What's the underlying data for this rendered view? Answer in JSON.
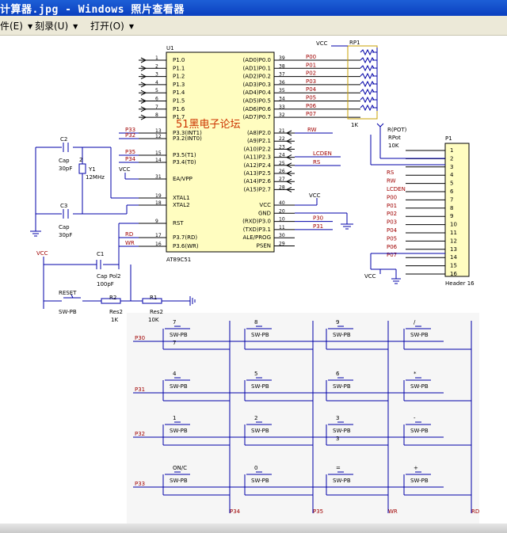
{
  "window": {
    "title": "计算器.jpg - Windows 照片查看器"
  },
  "menu": [
    {
      "label": "件(E)",
      "has_arrow": true
    },
    {
      "label": "刻录(U)",
      "has_arrow": true
    },
    {
      "label": "打开(O)",
      "has_arrow": true
    }
  ],
  "watermark": "51黑电子论坛",
  "schematic": {
    "vcc": "VCC",
    "rp1": {
      "ref": "RP1",
      "value": "1K"
    },
    "u1": {
      "ref": "U1",
      "part": "AT89C51"
    },
    "port_nets": [
      "P00",
      "P01",
      "P02",
      "P03",
      "P04",
      "P05",
      "P06",
      "P07"
    ],
    "port_labels": [
      "(AD0)P0.0",
      "(AD1)P0.1",
      "(AD2)P0.2",
      "(AD3)P0.3",
      "(AD4)P0.4",
      "(AD5)P0.5",
      "(AD6)P0.6",
      "(AD7)P0.7"
    ],
    "port_pins": [
      "39",
      "38",
      "37",
      "36",
      "35",
      "34",
      "33",
      "32"
    ],
    "p1_labels": [
      "P1.0",
      "P1.1",
      "P1.2",
      "P1.3",
      "P1.4",
      "P1.5",
      "P1.6",
      "P1.7"
    ],
    "p2_labels": [
      "(A8)P2.0",
      "(A9)P2.1",
      "(A10)P2.2",
      "(A11)P2.3",
      "(A12)P2.4",
      "(A13)P2.5",
      "(A14)P2.6",
      "(A15)P2.7"
    ],
    "p2_pins": [
      "21",
      "22",
      "23",
      "24",
      "25",
      "26",
      "27",
      "28"
    ],
    "left_pins": [
      {
        "net": "P33",
        "pin": "13",
        "label": "P3.3(INT1)"
      },
      {
        "net": "P32",
        "pin": "12",
        "label": "P3.2(INT0)"
      },
      {
        "net": "P35",
        "pin": "15",
        "label": "P3.5(T1)"
      },
      {
        "net": "P34",
        "pin": "14",
        "label": "P3.4(T0)"
      },
      {
        "net": "",
        "pin": "31",
        "label": "EA/VPP"
      },
      {
        "net": "",
        "pin": "19",
        "label": "XTAL1"
      },
      {
        "net": "",
        "pin": "18",
        "label": "XTAL2"
      },
      {
        "net": "",
        "pin": "9",
        "label": "RST"
      },
      {
        "net": "RD",
        "pin": "17",
        "label": "P3.7(RD)"
      },
      {
        "net": "WR",
        "pin": "16",
        "label": "P3.6(WR)"
      }
    ],
    "right_lower": [
      {
        "label": "VCC",
        "pin": "40",
        "net": ""
      },
      {
        "label": "GND",
        "pin": "20",
        "net": ""
      },
      {
        "label": "(RXD)P3.0",
        "pin": "10",
        "net": "P30"
      },
      {
        "label": "(TXD)P3.1",
        "pin": "11",
        "net": "P31"
      },
      {
        "label": "ALE/PROG",
        "pin": "30",
        "net": ""
      },
      {
        "label": "PSEN",
        "pin": "29",
        "net": ""
      }
    ],
    "p2_nets": [
      "RW",
      "",
      "",
      "LCDEN",
      "RS"
    ],
    "crystal": {
      "c2": "C2",
      "c3": "C3",
      "cap": "Cap",
      "cval": "30pF",
      "y1": "Y1",
      "freq": "12MHz",
      "num": "2"
    },
    "reset": {
      "c1": "C1",
      "c1_type": "Cap Pol2",
      "c1_val": "100pF",
      "sw": "RESET",
      "sw_type": "SW-PB",
      "r2": "R2",
      "r2_type": "Res2",
      "r2_val": "1K",
      "r1": "R1",
      "r1_type": "Res2",
      "r1_val": "10K"
    },
    "pot": {
      "ref": "R(POT)",
      "type": "RPot",
      "value": "10K"
    },
    "header": {
      "ref": "P1",
      "name": "Header 16",
      "pins": [
        "1",
        "2",
        "3",
        "4",
        "5",
        "6",
        "7",
        "8",
        "9",
        "10",
        "11",
        "12",
        "13",
        "14",
        "15",
        "16"
      ],
      "nets": [
        "",
        "",
        "",
        "RS",
        "RW",
        "LCDEN",
        "P00",
        "P01",
        "P02",
        "P03",
        "P04",
        "P05",
        "P06",
        "P07",
        "",
        ""
      ]
    },
    "keypad": {
      "rows": [
        "P30",
        "P31",
        "P32",
        "P33"
      ],
      "cols": [
        "P34",
        "P35",
        "WR",
        "RD"
      ],
      "sw_type": "SW-PB",
      "keys": [
        [
          "7",
          "8",
          "9",
          "/"
        ],
        [
          "4",
          "5",
          "6",
          "*"
        ],
        [
          "1",
          "2",
          "3",
          "-"
        ],
        [
          "ON/C",
          "0",
          "=",
          "+"
        ]
      ],
      "sub": [
        [
          "7",
          "",
          "",
          ""
        ],
        [
          "",
          "",
          "",
          ""
        ],
        [
          "",
          "",
          "3",
          ""
        ],
        [
          "",
          "",
          "",
          ""
        ]
      ]
    }
  }
}
